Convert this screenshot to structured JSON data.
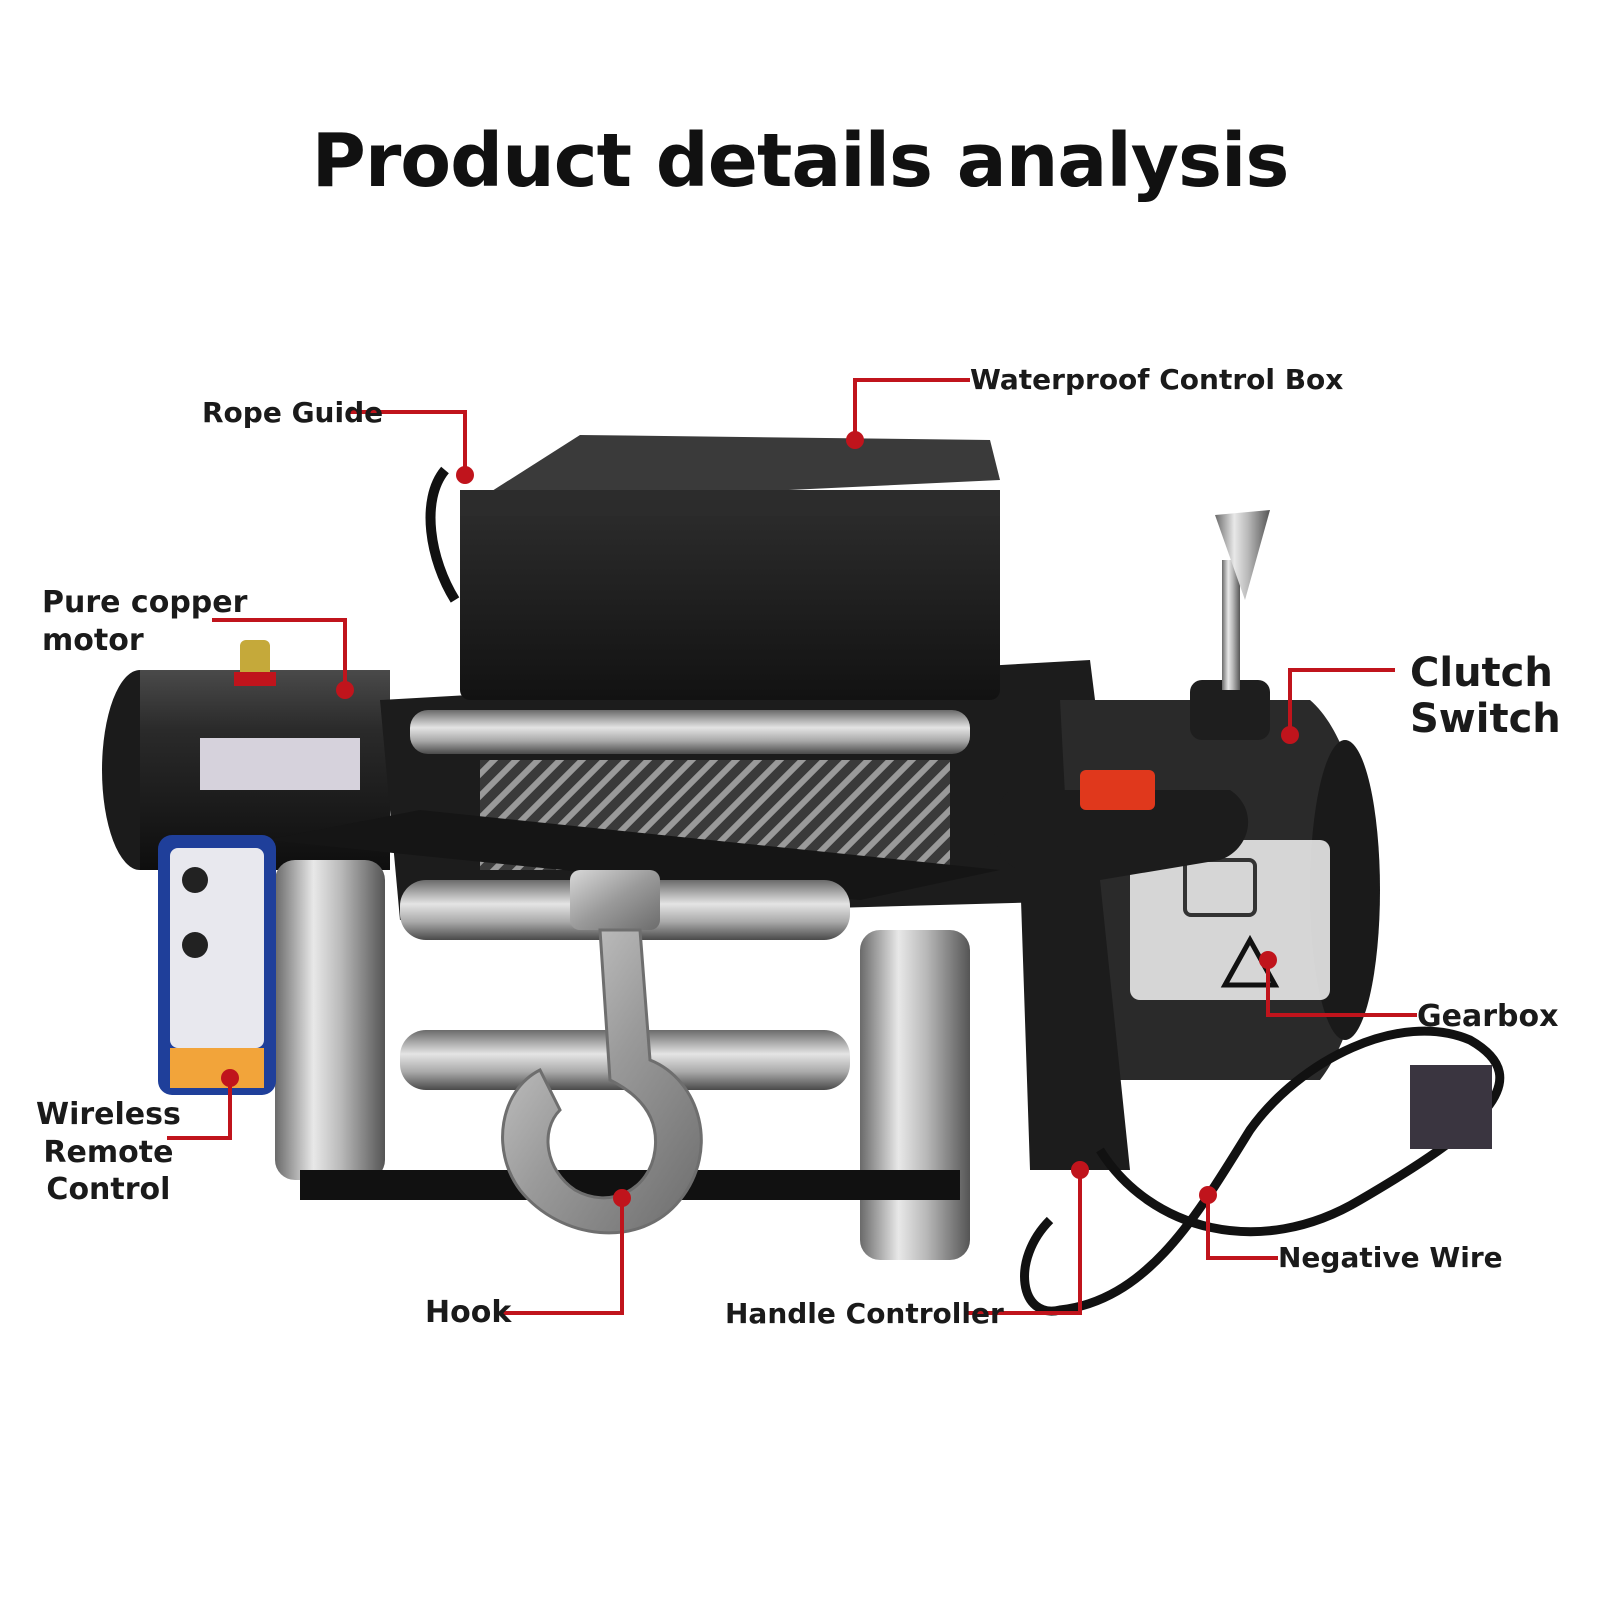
{
  "title": "Product details analysis",
  "colors": {
    "leader": "#c0141c",
    "text": "#1a1a1a"
  },
  "labels": {
    "rope_guide": "Rope Guide",
    "control_box": "Waterproof Control Box",
    "motor": [
      "Pure copper",
      "motor"
    ],
    "clutch": [
      "Clutch",
      "Switch"
    ],
    "gearbox": "Gearbox",
    "remote": [
      "Wireless",
      "Remote",
      "Control"
    ],
    "hook": "Hook",
    "handle": "Handle Controller",
    "negative_wire": "Negative Wire"
  }
}
